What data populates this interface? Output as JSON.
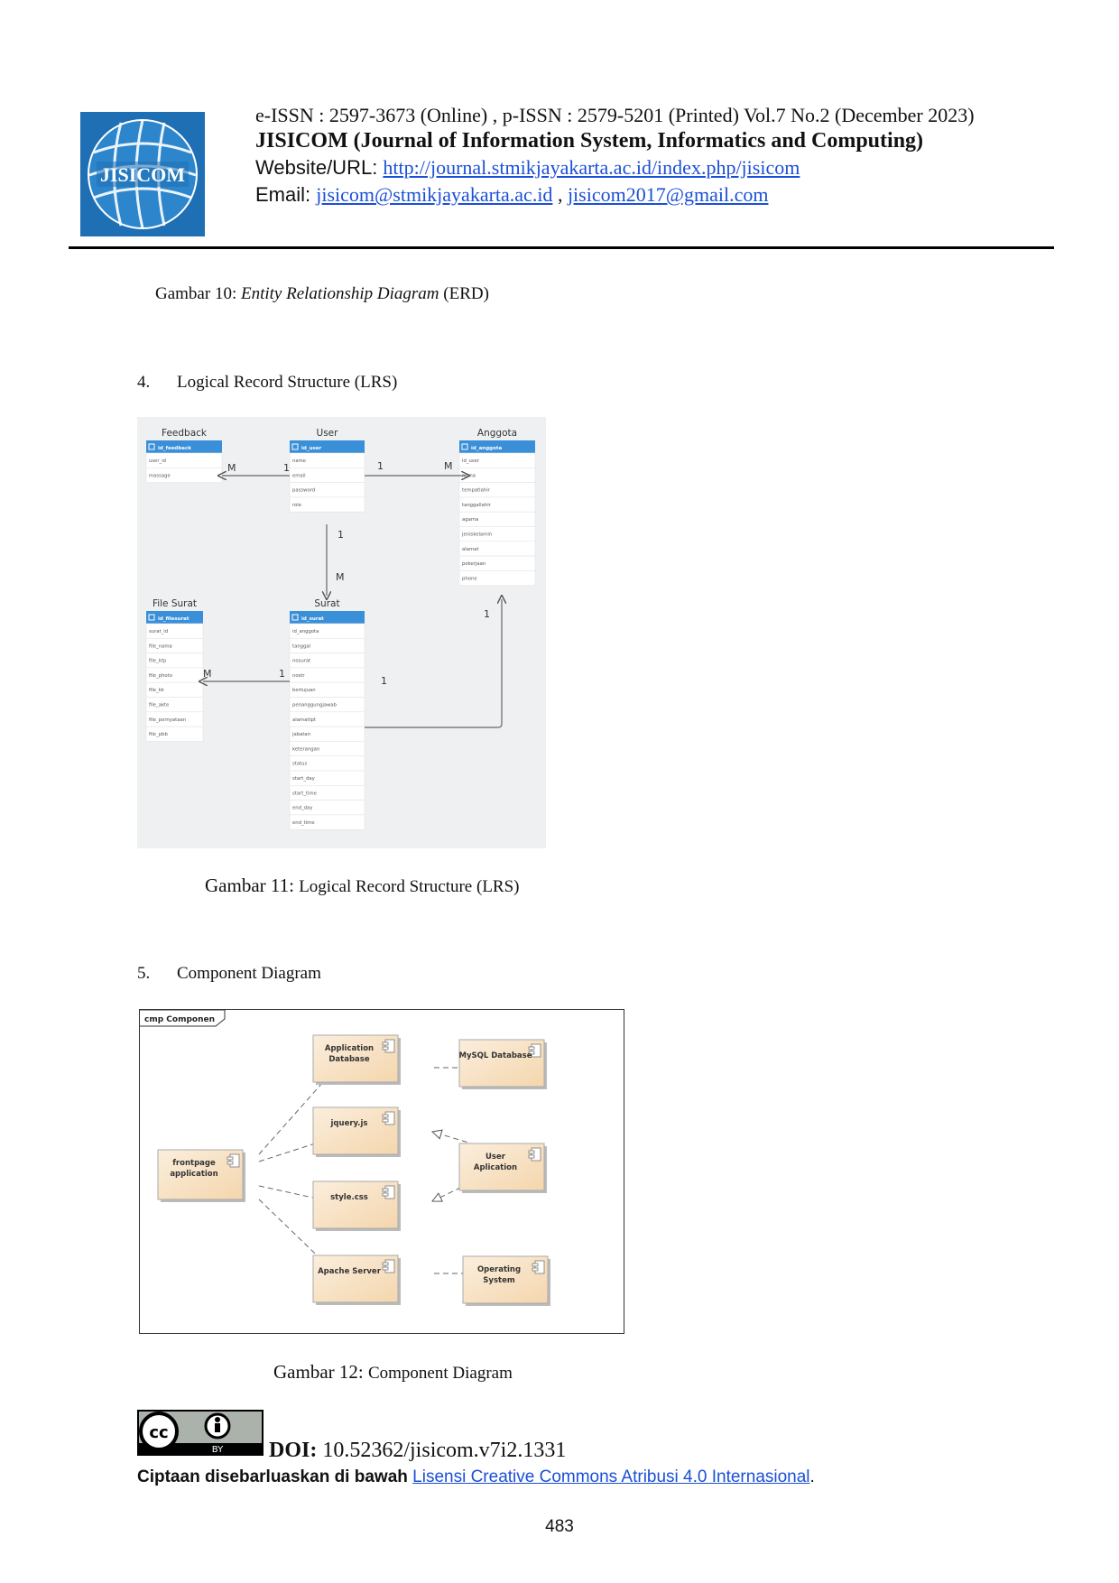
{
  "header": {
    "issn": "e-ISSN : 2597-3673 (Online) , p-ISSN : 2579-5201 (Printed) Vol.7 No.2  (December 2023)",
    "journal": "JISICOM (Journal of Information System, Informatics and Computing)",
    "website_label": "Website/URL: ",
    "website_url": "http://journal.stmikjayakarta.ac.id/index.php/jisicom",
    "email_label": "Email: ",
    "email1": "jisicom@stmikjayakarta.ac.id",
    "email_sep": " , ",
    "email2": "jisicom2017@gmail.com",
    "logo_text": "JISICOM"
  },
  "fig10": {
    "prefix": "Gambar 10: ",
    "title": "Entity Relationship Diagram",
    "suffix": " (ERD)"
  },
  "section4": {
    "num": "4.",
    "title": "Logical Record Structure (LRS)"
  },
  "lrs": {
    "tables": {
      "feedback": {
        "name": "Feedback",
        "key": "id_feedback",
        "fields": [
          "user_id",
          "massage"
        ]
      },
      "user": {
        "name": "User",
        "key": "id_user",
        "fields": [
          "name",
          "email",
          "password",
          "role"
        ]
      },
      "anggota": {
        "name": "Anggota",
        "key": "id_anggota",
        "fields": [
          "id_user",
          "nama",
          "tempatlahir",
          "tanggallahir",
          "agama",
          "jeniskelamin",
          "alamat",
          "pekerjaan",
          "phone"
        ]
      },
      "filesurat": {
        "name": "File Surat",
        "key": "id_filesurat",
        "fields": [
          "surat_id",
          "file_nama",
          "file_ktp",
          "file_photo",
          "file_kk",
          "file_akte",
          "file_pernyataan",
          "file_pbb"
        ]
      },
      "surat": {
        "name": "Surat",
        "key": "id_surat",
        "fields": [
          "id_anggota",
          "tanggal",
          "nosurat",
          "nostr",
          "bertujuan",
          "penanggungjawab",
          "alamattpt",
          "jabatan",
          "keterangan",
          "status",
          "start_day",
          "start_time",
          "end_day",
          "end_time"
        ]
      }
    },
    "cards": {
      "feedback_user_m": "M",
      "feedback_user_1": "1",
      "user_anggota_1": "1",
      "user_anggota_m": "M",
      "user_surat_1": "1",
      "user_surat_m": "M",
      "file_surat_m": "M",
      "file_surat_1": "1",
      "surat_anggota_1a": "1",
      "surat_anggota_1b": "1"
    }
  },
  "fig11": {
    "prefix": "Gambar 11: ",
    "title": "Logical Record Structure (LRS)"
  },
  "section5": {
    "num": "5.",
    "title": "Component Diagram"
  },
  "component": {
    "frame_label": "cmp Componen",
    "components": {
      "app_db": "Application Database",
      "mysql": "MySQL Database",
      "jquery": "jquery.js",
      "frontpage": "frontpage application",
      "user_app": "User Aplication",
      "style": "style.css",
      "apache": "Apache Server",
      "os": "Operating System"
    }
  },
  "fig12": {
    "prefix": "Gambar 12: ",
    "title": "Component Diagram"
  },
  "footer": {
    "doi_label": "DOI:",
    "doi_value": " 10.52362/jisicom.v7i2.1331",
    "license_text": "Ciptaan disebarluaskan di bawah ",
    "license_link": "Lisensi Creative Commons Atribusi 4.0 Internasional",
    "license_end": ".",
    "cc_label": "cc",
    "by_label": "BY",
    "page_number": "483"
  },
  "colors": {
    "link": "#1a4fd8",
    "lrs_bg": "#eef0f2",
    "table_header": "#3a8fd9",
    "component_fill": "#f9e3c4",
    "logo_blue": "#1f6fb4"
  }
}
